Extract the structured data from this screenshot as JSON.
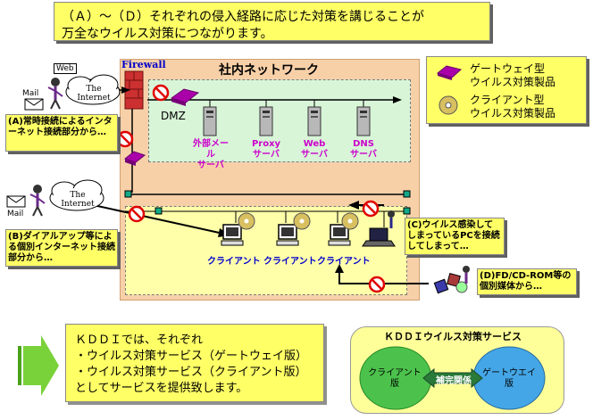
{
  "header": {
    "line1": "（Ａ）～（Ｄ）それぞれの侵入経路に応じた対策を講じることが",
    "line2": "万全なウイルス対策につながります。"
  },
  "network": {
    "firewall_label": "Firewall",
    "title": "社内ネットワーク",
    "dmz_label": "DMZ",
    "servers": [
      {
        "l1": "外部メール",
        "l2": "サーバ"
      },
      {
        "l1": "Proxy",
        "l2": "サーバ"
      },
      {
        "l1": "Web",
        "l2": "サーバ"
      },
      {
        "l1": "DNS",
        "l2": "サーバ"
      }
    ],
    "clients": [
      "クライアント",
      "クライアント",
      "クライアント"
    ]
  },
  "legend": {
    "gateway_l1": "ゲートウェイ型",
    "gateway_l2": "ウイルス対策製品",
    "client_l1": "クライアント型",
    "client_l2": "ウイルス対策製品"
  },
  "external": {
    "web_tag": "Web",
    "mail_tag1": "Mail",
    "internet1": "The Internet",
    "mail_tag2": "Mail",
    "internet2": "The Internet"
  },
  "routes": {
    "a": "(A)常時接続によるインターネット接続部分から…",
    "b": "(B)ダイアルアップ等による個別インターネット接続部分から…",
    "c": "(C)ウイルス感染してしまっているPCを接続してしまって…",
    "d": "(D)FD/CD-ROM等の個別媒体から…"
  },
  "bottom": {
    "l1": "ＫＤＤＩでは、それぞれ",
    "l2": "・ウイルス対策サービス（ゲートウェイ版）",
    "l3": "・ウイルス対策サービス（クライアント版）",
    "l4": "としてサービスを提供致します。"
  },
  "service": {
    "title": "ＫＤＤＩウイルス対策サービス",
    "client_l1": "クライアント",
    "client_l2": "版",
    "middle": "補完関係",
    "gateway_l1": "ゲートウエイ",
    "gateway_l2": "版"
  },
  "colors": {
    "note_yellow": "#ffff66",
    "network_bg": "#f7d0a8",
    "dmz_bg": "#d8f5d8",
    "server_label": "#cc00cc",
    "client_label": "#0000cc",
    "gateway_product": "#aa00aa",
    "circle_green": "#4cc24c",
    "circle_blue": "#44a6e6"
  }
}
